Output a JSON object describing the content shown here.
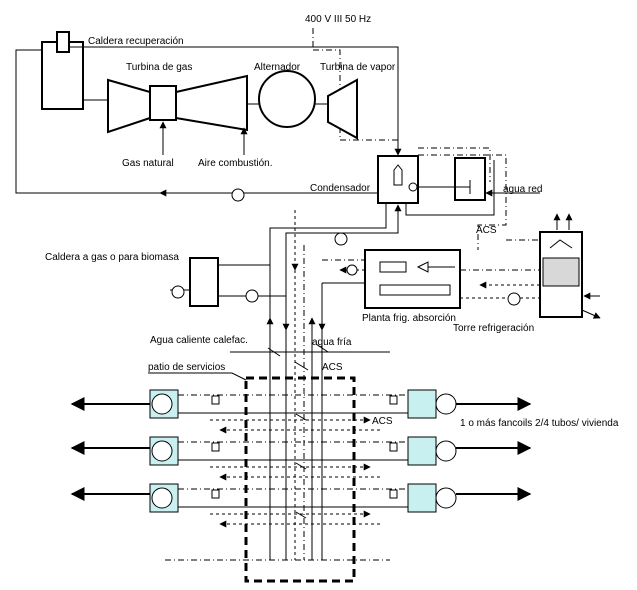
{
  "labels": {
    "power": "400 V III 50 Hz",
    "recovery_boiler": "Caldera recuperación",
    "gas_turbine": "Turbina de gas",
    "alternator": "Alternador",
    "steam_turbine": "Turbina de vapor",
    "natural_gas": "Gas natural",
    "combustion_air": "Aire combustión.",
    "condenser": "Condensador",
    "mains_water": "agua red",
    "acs_top": "ACS",
    "biomass_boiler": "Caldera a gas o para biomasa",
    "absorption_plant": "Planta frig. absorción",
    "cooling_tower": "Torre refrigeración",
    "heating_water": "Agua caliente calefac.",
    "cold_water": "agua fría",
    "acs_mid": "ACS",
    "service_yard": "patio de servicios",
    "acs_right": "ACS",
    "fancoils": "1 o más fancoils 2/4 tubos/ vivienda"
  }
}
